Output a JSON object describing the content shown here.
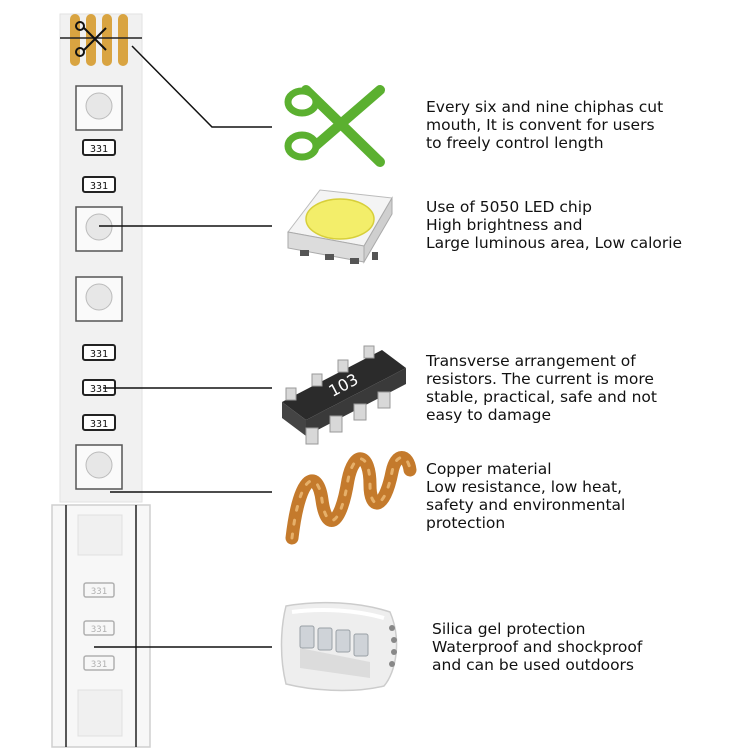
{
  "strip": {
    "resistor_code": "331",
    "pad_color": "#d9a441",
    "strip_color": "#f2f2f2"
  },
  "features": [
    {
      "icon": "scissors-icon",
      "text": "Every six and nine chiphas cut\nmouth, It is convent for users\nto freely control length"
    },
    {
      "icon": "led-chip-icon",
      "text": "Use of 5050 LED chip\nHigh brightness and\nLarge luminous area, Low calorie"
    },
    {
      "icon": "resistor-array-icon",
      "text": "Transverse arrangement of\nresistors. The current is more\nstable, practical, safe and not\neasy to damage"
    },
    {
      "icon": "copper-coil-icon",
      "text": "Copper material\nLow resistance, low heat,\nsafety and environmental\nprotection"
    },
    {
      "icon": "silica-gel-tube-icon",
      "text": "Silica gel protection\nWaterproof and shockproof\nand can be used outdoors"
    }
  ],
  "resistor_array_label": "103",
  "colors": {
    "scissors_green": "#5bb030",
    "copper": "#c47a2c",
    "led_yellow": "#f3ee6a"
  }
}
